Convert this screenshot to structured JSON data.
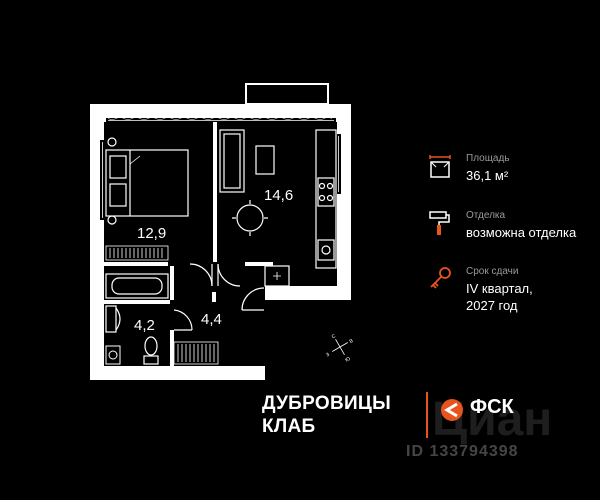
{
  "rooms": {
    "bedroom_area": "12,9",
    "living_area": "14,6",
    "bathroom_area": "4,2",
    "hall_area": "4,4"
  },
  "compass": {
    "n": "C",
    "s": "Ю",
    "e": "В",
    "w": "З"
  },
  "info": [
    {
      "icon": "area-icon",
      "label": "Площадь",
      "value": "36,1 м²"
    },
    {
      "icon": "paint-roller-icon",
      "label": "Отделка",
      "value": "возможна отделка"
    },
    {
      "icon": "key-icon",
      "label": "Срок сдачи",
      "value": "IV квартал,",
      "value2": "2027 год"
    }
  ],
  "brand": {
    "line1": "ДУБРОВИЦЫ",
    "line2": "КЛАБ",
    "developer": "ФСК",
    "accent_color": "#e8541e"
  },
  "watermark": {
    "logo": "Циан",
    "id": "ID 133794398"
  }
}
